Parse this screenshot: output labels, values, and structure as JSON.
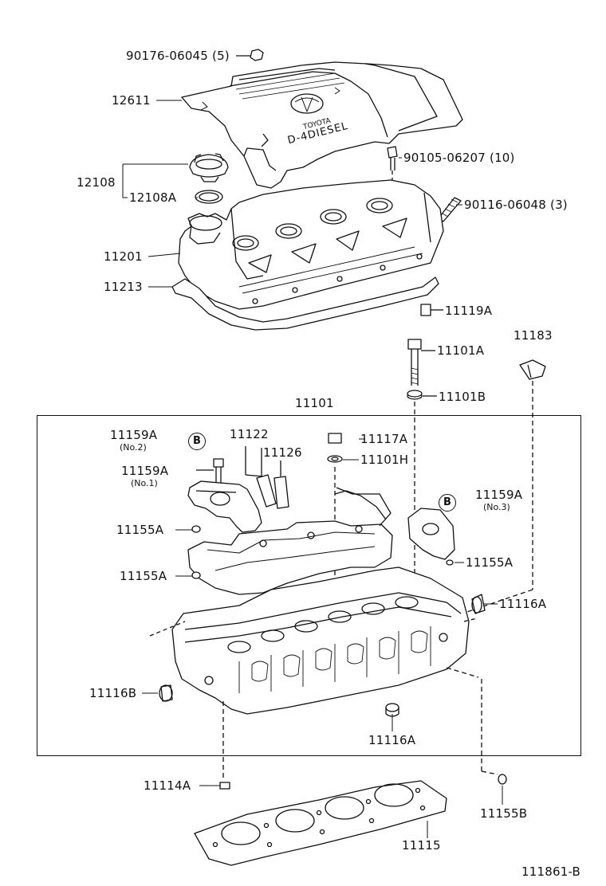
{
  "diagram": {
    "code": "111861-B",
    "frame_label": "11101",
    "labels": {
      "p90176": "90176-06045 (5)",
      "p12611": "12611",
      "p12108": "12108",
      "p12108a": "12108A",
      "p90105": "90105-06207 (10)",
      "p90116": "90116-06048 (3)",
      "p11201": "11201",
      "p11213": "11213",
      "p11119a": "11119A",
      "p11101a": "11101A",
      "p11183": "11183",
      "p11101b": "11101B",
      "p11159a_no2": "11159A",
      "p11159a_no2_sub": "(No.2)",
      "p11122": "11122",
      "p11117a": "11117A",
      "p11126": "11126",
      "p11101h": "11101H",
      "p11159a_no1": "11159A",
      "p11159a_no1_sub": "(No.1)",
      "p11159a_no3": "11159A",
      "p11159a_no3_sub": "(No.3)",
      "p11155a_1": "11155A",
      "p11155a_2": "11155A",
      "p11155a_3": "11155A",
      "p11116a_1": "11116A",
      "p11116b": "11116B",
      "p11116a_2": "11116A",
      "p11114a": "11114A",
      "p11155b": "11155B",
      "p11115": "11115"
    },
    "callouts": {
      "b1": "B",
      "b2": "B"
    },
    "cover_text": {
      "brand": "TOYOTA",
      "model": "D-4DIESEL"
    }
  }
}
